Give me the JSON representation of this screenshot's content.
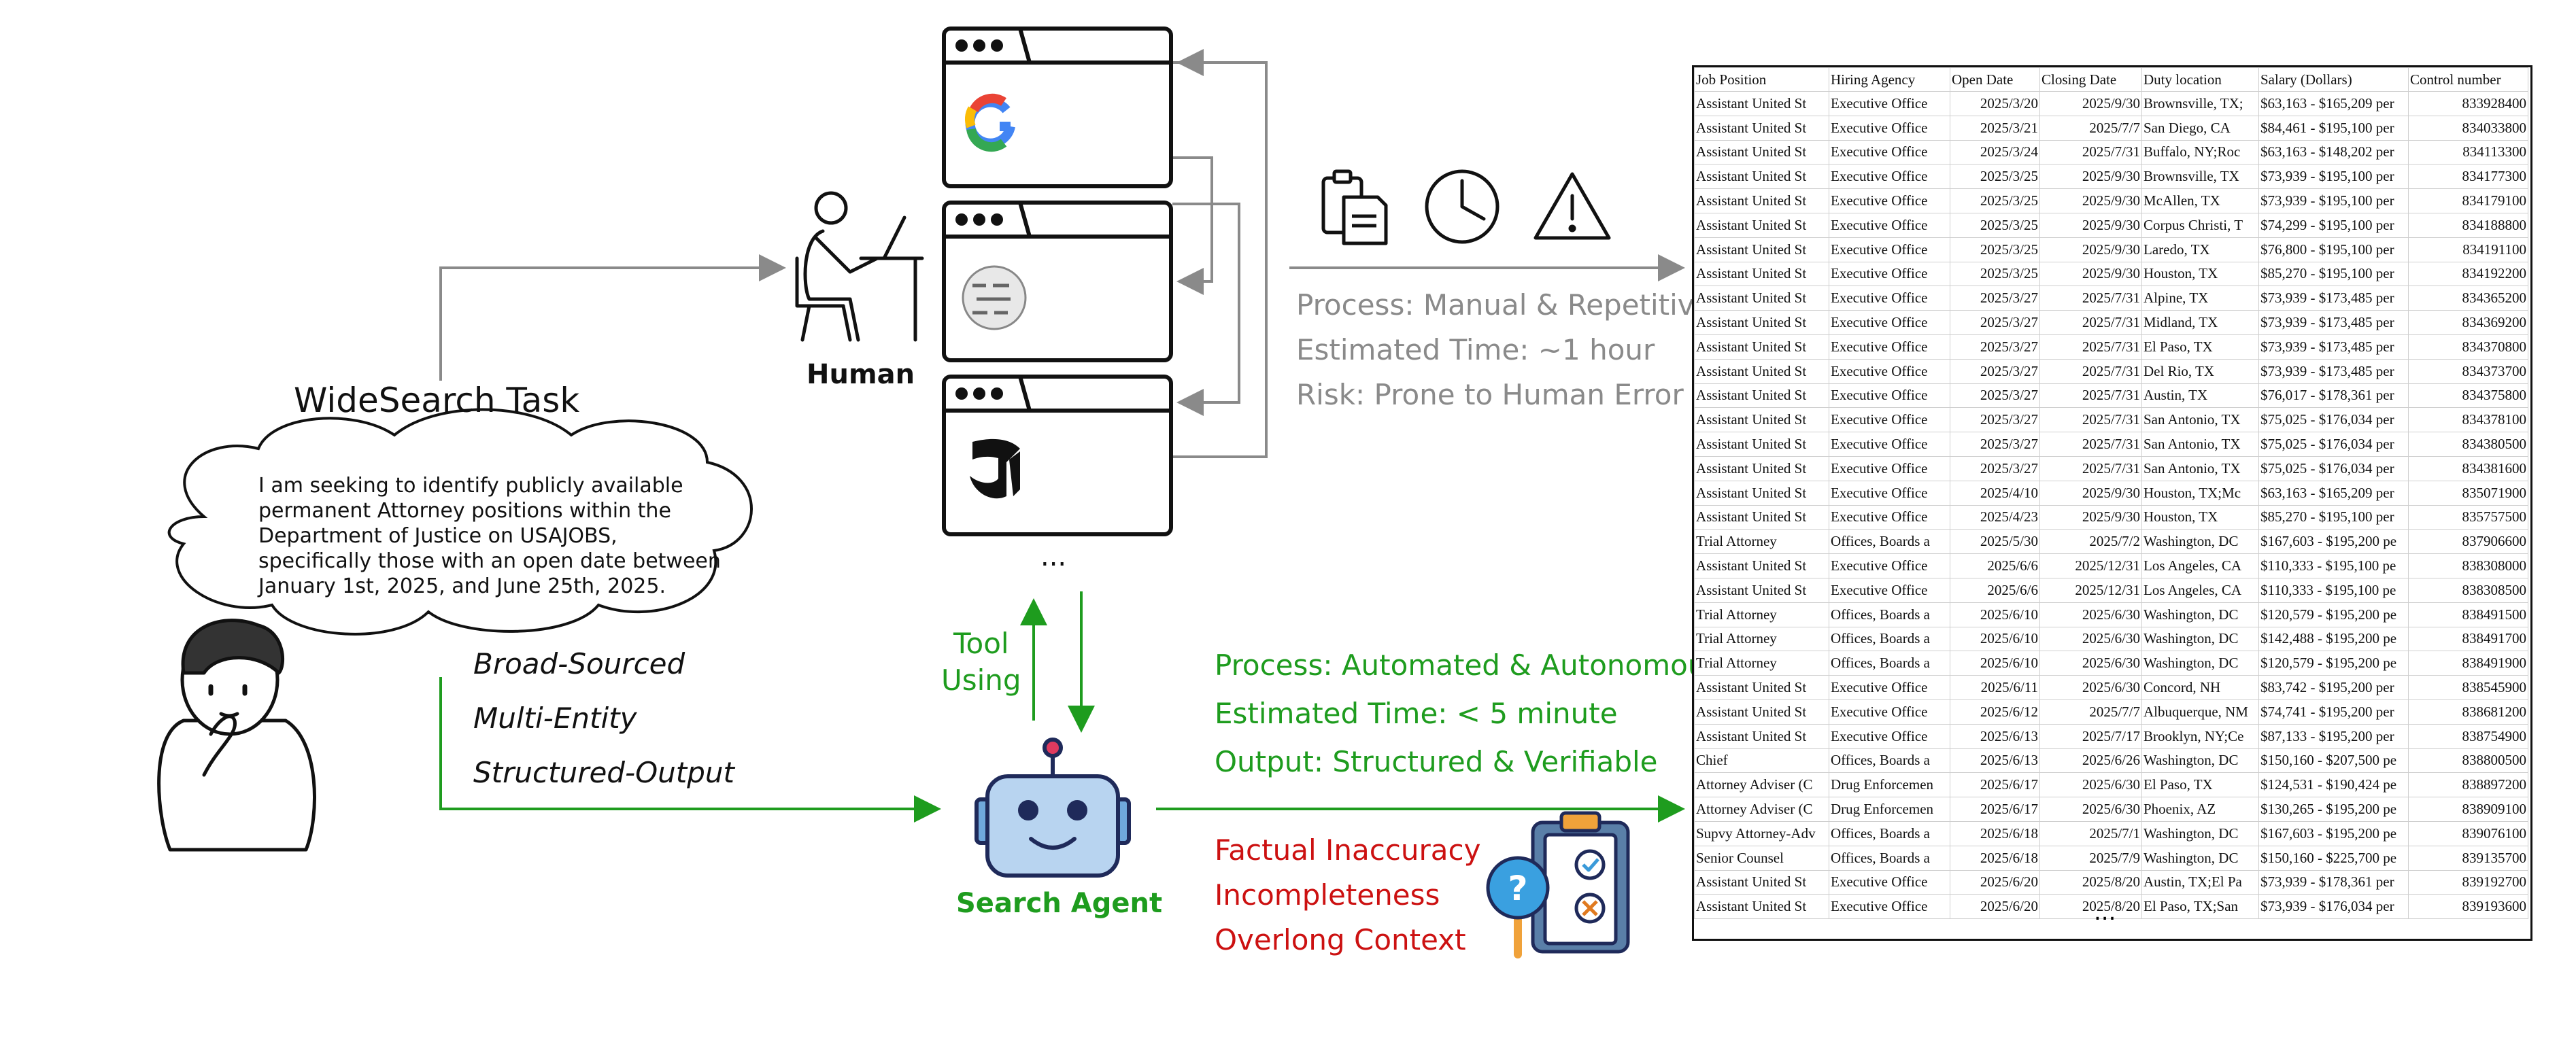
{
  "task": {
    "title": "WideSearch Task",
    "query": "I am seeking to identify publicly available permanent Attorney positions within the Department of Justice on USAJOBS, specifically those with an open date between January 1st, 2025, and June 25th, 2025.",
    "properties": [
      "Broad-Sourced",
      "Multi-Entity",
      "Structured-Output"
    ]
  },
  "human": {
    "label": "Human",
    "notes": [
      "Process: Manual & Repetitive",
      "Estimated Time: ~1 hour",
      "Risk: Prone to Human Error"
    ],
    "icons": [
      "clipboard-icon",
      "clock-icon",
      "warning-icon"
    ]
  },
  "browsers": {
    "sites": [
      "google-logo",
      "wikipedia-logo",
      "nyt-logo"
    ],
    "ellipsis": "..."
  },
  "agent": {
    "label": "Search Agent",
    "tool_label_line1": "Tool",
    "tool_label_line2": "Using",
    "notes": [
      "Process: Automated & Autonomous",
      "Estimated Time: < 5 minute",
      "Output: Structured & Verifiable"
    ],
    "issues": [
      "Factual Inaccuracy",
      "Incompleteness",
      "Overlong Context"
    ]
  },
  "colors": {
    "green": "#1e9c1e",
    "red": "#cc1111",
    "gray": "#8a8a8a"
  },
  "table": {
    "headers": [
      "Job Position",
      "Hiring Agency",
      "Open Date",
      "Closing Date",
      "Duty location",
      "Salary (Dollars)",
      "Control number"
    ],
    "rows": [
      [
        "Assistant United St",
        "Executive Office",
        "2025/3/20",
        "2025/9/30",
        "Brownsville, TX;",
        "$63,163 - $165,209 per",
        "833928400"
      ],
      [
        "Assistant United St",
        "Executive Office",
        "2025/3/21",
        "2025/7/7",
        "San Diego, CA",
        "$84,461 - $195,100 per",
        "834033800"
      ],
      [
        "Assistant United St",
        "Executive Office",
        "2025/3/24",
        "2025/7/31",
        "Buffalo, NY;Roc",
        "$63,163 - $148,202 per",
        "834113300"
      ],
      [
        "Assistant United St",
        "Executive Office",
        "2025/3/25",
        "2025/9/30",
        "Brownsville, TX",
        "$73,939 - $195,100 per",
        "834177300"
      ],
      [
        "Assistant United St",
        "Executive Office",
        "2025/3/25",
        "2025/9/30",
        "McAllen, TX",
        "$73,939 - $195,100 per",
        "834179100"
      ],
      [
        "Assistant United St",
        "Executive Office",
        "2025/3/25",
        "2025/9/30",
        "Corpus Christi, T",
        "$74,299 - $195,100 per",
        "834188800"
      ],
      [
        "Assistant United St",
        "Executive Office",
        "2025/3/25",
        "2025/9/30",
        "Laredo, TX",
        "$76,800 - $195,100 per",
        "834191100"
      ],
      [
        "Assistant United St",
        "Executive Office",
        "2025/3/25",
        "2025/9/30",
        "Houston, TX",
        "$85,270 - $195,100 per",
        "834192200"
      ],
      [
        "Assistant United St",
        "Executive Office",
        "2025/3/27",
        "2025/7/31",
        "Alpine, TX",
        "$73,939 - $173,485 per",
        "834365200"
      ],
      [
        "Assistant United St",
        "Executive Office",
        "2025/3/27",
        "2025/7/31",
        "Midland, TX",
        "$73,939 - $173,485 per",
        "834369200"
      ],
      [
        "Assistant United St",
        "Executive Office",
        "2025/3/27",
        "2025/7/31",
        "El Paso, TX",
        "$73,939 - $173,485 per",
        "834370800"
      ],
      [
        "Assistant United St",
        "Executive Office",
        "2025/3/27",
        "2025/7/31",
        "Del Rio, TX",
        "$73,939 - $173,485 per",
        "834373700"
      ],
      [
        "Assistant United St",
        "Executive Office",
        "2025/3/27",
        "2025/7/31",
        "Austin, TX",
        "$76,017 - $178,361 per",
        "834375800"
      ],
      [
        "Assistant United St",
        "Executive Office",
        "2025/3/27",
        "2025/7/31",
        "San Antonio, TX",
        "$75,025 - $176,034 per",
        "834378100"
      ],
      [
        "Assistant United St",
        "Executive Office",
        "2025/3/27",
        "2025/7/31",
        "San Antonio, TX",
        "$75,025 - $176,034 per",
        "834380500"
      ],
      [
        "Assistant United St",
        "Executive Office",
        "2025/3/27",
        "2025/7/31",
        "San Antonio, TX",
        "$75,025 - $176,034 per",
        "834381600"
      ],
      [
        "Assistant United St",
        "Executive Office",
        "2025/4/10",
        "2025/9/30",
        "Houston, TX;Mc",
        "$63,163 - $165,209 per",
        "835071900"
      ],
      [
        "Assistant United St",
        "Executive Office",
        "2025/4/23",
        "2025/9/30",
        "Houston, TX",
        "$85,270 - $195,100 per",
        "835757500"
      ],
      [
        "Trial Attorney",
        "Offices, Boards a",
        "2025/5/30",
        "2025/7/2",
        "Washington, DC",
        "$167,603 - $195,200 pe",
        "837906600"
      ],
      [
        "Assistant United St",
        "Executive Office",
        "2025/6/6",
        "2025/12/31",
        "Los Angeles, CA",
        "$110,333 - $195,100 pe",
        "838308000"
      ],
      [
        "Assistant United St",
        "Executive Office",
        "2025/6/6",
        "2025/12/31",
        "Los Angeles, CA",
        "$110,333 - $195,100 pe",
        "838308500"
      ],
      [
        "Trial Attorney",
        "Offices, Boards a",
        "2025/6/10",
        "2025/6/30",
        "Washington, DC",
        "$120,579 - $195,200 pe",
        "838491500"
      ],
      [
        "Trial Attorney",
        "Offices, Boards a",
        "2025/6/10",
        "2025/6/30",
        "Washington, DC",
        "$142,488 - $195,200 pe",
        "838491700"
      ],
      [
        "Trial Attorney",
        "Offices, Boards a",
        "2025/6/10",
        "2025/6/30",
        "Washington, DC",
        "$120,579 - $195,200 pe",
        "838491900"
      ],
      [
        "Assistant United St",
        "Executive Office",
        "2025/6/11",
        "2025/6/30",
        "Concord, NH",
        "$83,742 - $195,200 per",
        "838545900"
      ],
      [
        "Assistant United St",
        "Executive Office",
        "2025/6/12",
        "2025/7/7",
        "Albuquerque, NM",
        "$74,741 - $195,200 per",
        "838681200"
      ],
      [
        "Assistant United St",
        "Executive Office",
        "2025/6/13",
        "2025/7/17",
        "Brooklyn, NY;Ce",
        "$87,133 - $195,200 per",
        "838754900"
      ],
      [
        "Chief",
        "Offices, Boards a",
        "2025/6/13",
        "2025/6/26",
        "Washington, DC",
        "$150,160 - $207,500 pe",
        "838800500"
      ],
      [
        "Attorney Adviser (C",
        "Drug Enforcemen",
        "2025/6/17",
        "2025/6/30",
        "El Paso, TX",
        "$124,531 - $190,424 pe",
        "838897200"
      ],
      [
        "Attorney Adviser (C",
        "Drug Enforcemen",
        "2025/6/17",
        "2025/6/30",
        "Phoenix, AZ",
        "$130,265 - $195,200 pe",
        "838909100"
      ],
      [
        "Supvy Attorney-Adv",
        "Offices, Boards a",
        "2025/6/18",
        "2025/7/1",
        "Washington, DC",
        "$167,603 - $195,200 pe",
        "839076100"
      ],
      [
        "Senior Counsel",
        "Offices, Boards a",
        "2025/6/18",
        "2025/7/9",
        "Washington, DC",
        "$150,160 - $225,700 pe",
        "839135700"
      ],
      [
        "Assistant United St",
        "Executive Office",
        "2025/6/20",
        "2025/8/20",
        "Austin, TX;El Pa",
        "$73,939 - $178,361 per",
        "839192700"
      ],
      [
        "Assistant United St",
        "Executive Office",
        "2025/6/20",
        "2025/8/20",
        "El Paso, TX;San",
        "$73,939 - $176,034 per",
        "839193600"
      ]
    ],
    "ellipsis": "..."
  }
}
